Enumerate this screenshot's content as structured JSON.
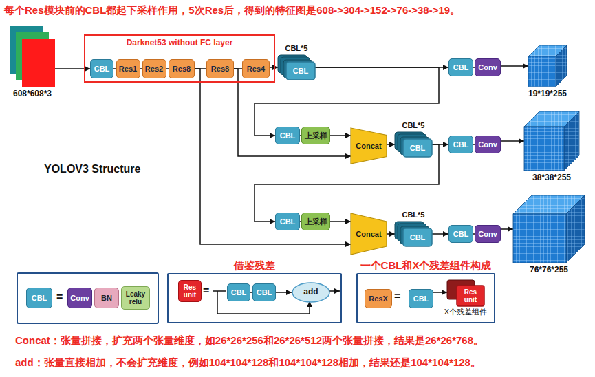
{
  "diagram": {
    "title": "YOLOV3 Structure",
    "nodes": [
      {
        "text": [
          "608*608*3"
        ]
      },
      {
        "text": [
          "Darknet53 without FC layer"
        ]
      },
      {
        "text": [
          "CBL"
        ],
        "in": 1
      },
      {
        "text": [
          "Res1"
        ],
        "in": 1
      },
      {
        "text": [
          "Res2"
        ],
        "in": 1
      },
      {
        "text": [
          "Res8"
        ],
        "in": 1
      },
      {
        "text": [
          "Res8"
        ],
        "in": 1
      },
      {
        "text": [
          "Res4"
        ],
        "in": 1
      },
      {
        "text": [
          "CBL*5",
          "CBL"
        ]
      },
      {
        "text": [
          "CBL"
        ]
      },
      {
        "text": [
          "Conv"
        ]
      },
      {
        "text": [
          "19*19*255"
        ]
      },
      {
        "text": [
          "CBL"
        ]
      },
      {
        "text": [
          "上采样"
        ]
      },
      {
        "text": [
          "Concat"
        ]
      },
      {
        "text": [
          "CBL*5",
          "CBL"
        ]
      },
      {
        "text": [
          "CBL"
        ]
      },
      {
        "text": [
          "Conv"
        ]
      },
      {
        "text": [
          "38*38*255"
        ]
      },
      {
        "text": [
          "CBL"
        ]
      },
      {
        "text": [
          "上采样"
        ]
      },
      {
        "text": [
          "Concat"
        ]
      },
      {
        "text": [
          "CBL*5",
          "CBL"
        ]
      },
      {
        "text": [
          "CBL"
        ]
      },
      {
        "text": [
          "Conv"
        ]
      },
      {
        "text": [
          "76*76*255"
        ]
      },
      {
        "text": [
          "CBL"
        ]
      },
      {
        "text": [
          "Conv"
        ]
      },
      {
        "text": [
          "BN"
        ]
      },
      {
        "text": [
          "Leaky relu"
        ]
      },
      {
        "text": [
          "借鉴残差"
        ]
      },
      {
        "text": [
          "Res unit"
        ],
        "in": 30
      },
      {
        "text": [
          "CBL"
        ],
        "in": 30
      },
      {
        "text": [
          "CBL"
        ],
        "in": 30
      },
      {
        "text": [
          "add"
        ],
        "in": 30
      },
      {
        "text": [
          "一个CBL和X个残差组件构成"
        ]
      },
      {
        "text": [
          "ResX"
        ],
        "in": 35
      },
      {
        "text": [
          "CBL"
        ],
        "in": 35
      },
      {
        "text": [
          "Res unit",
          "X个残差组件"
        ],
        "in": 35
      }
    ],
    "edges": [
      {
        "from": 0,
        "to": 2,
        "arrow": "to"
      },
      {
        "from": 2,
        "to": 3,
        "arrow": "none"
      },
      {
        "from": 3,
        "to": 4,
        "arrow": "none"
      },
      {
        "from": 4,
        "to": 5,
        "arrow": "none"
      },
      {
        "from": 5,
        "to": 6,
        "arrow": "none"
      },
      {
        "from": 6,
        "to": 7,
        "arrow": "none"
      },
      {
        "from": 7,
        "to": 8,
        "arrow": "to"
      },
      {
        "from": 8,
        "to": 9,
        "arrow": "to"
      },
      {
        "from": 9,
        "to": 10,
        "arrow": "none"
      },
      {
        "from": 10,
        "to": 11,
        "arrow": "to"
      },
      {
        "from": 8,
        "to": 12,
        "arrow": "to"
      },
      {
        "from": 12,
        "to": 13,
        "arrow": "none"
      },
      {
        "from": 13,
        "to": 14,
        "arrow": "to"
      },
      {
        "from": 6,
        "to": 14,
        "arrow": "to"
      },
      {
        "from": 14,
        "to": 15,
        "arrow": "to"
      },
      {
        "from": 15,
        "to": 16,
        "arrow": "to"
      },
      {
        "from": 16,
        "to": 17,
        "arrow": "none"
      },
      {
        "from": 17,
        "to": 18,
        "arrow": "to"
      },
      {
        "from": 15,
        "to": 19,
        "arrow": "to"
      },
      {
        "from": 19,
        "to": 20,
        "arrow": "none"
      },
      {
        "from": 20,
        "to": 21,
        "arrow": "to"
      },
      {
        "from": 5,
        "to": 21,
        "arrow": "to"
      },
      {
        "from": 21,
        "to": 22,
        "arrow": "to"
      },
      {
        "from": 22,
        "to": 23,
        "arrow": "to"
      },
      {
        "from": 23,
        "to": 24,
        "arrow": "none"
      },
      {
        "from": 24,
        "to": 25,
        "arrow": "to"
      },
      {
        "from": 32,
        "to": 33,
        "arrow": "none"
      },
      {
        "from": 33,
        "to": 34,
        "arrow": "to"
      },
      {
        "from": 37,
        "to": 38,
        "arrow": "to"
      }
    ],
    "labels": [
      "每个Res模块前的CBL都起下采样作用，5次Res后，得到的特征图是608->304->152->76->38->19。",
      "=",
      "=",
      "=",
      "Concat：张量拼接，扩充两个张量维度，如26*26*256和26*26*512两个张量拼接，结果是26*26*768。",
      "add：张量直接相加，不会扩充维度，例如104*104*128和104*104*128相加，结果还是104*104*128。"
    ]
  }
}
